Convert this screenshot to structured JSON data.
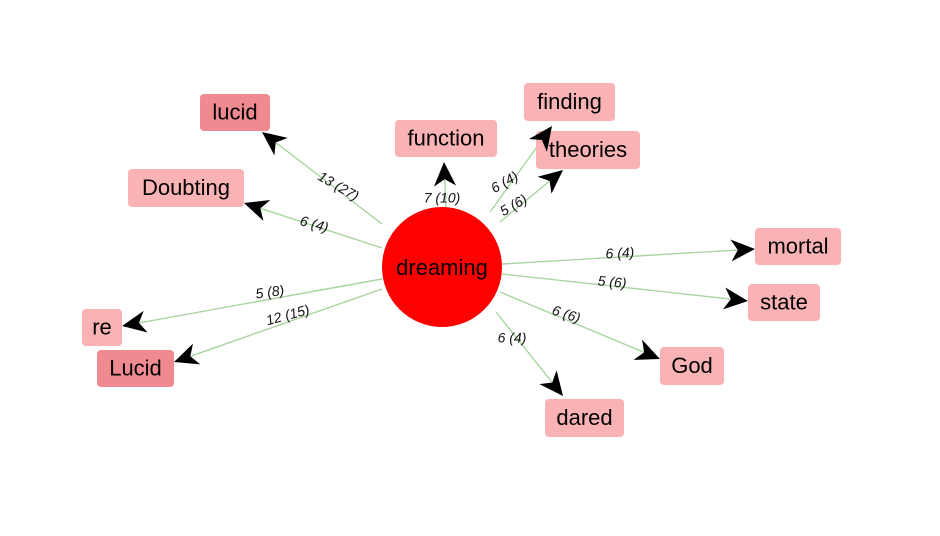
{
  "graph": {
    "center": {
      "label": "dreaming",
      "color": "#ff0000"
    },
    "colors": {
      "node_light": "#f9b3b5",
      "node_dark": "#f08a91",
      "edge": "#a8d5a0",
      "arrow": "#000000"
    },
    "nodes": [
      {
        "id": "lucid",
        "label": "lucid",
        "edge_label": "13 (27)",
        "shade": "dark"
      },
      {
        "id": "function",
        "label": "function",
        "edge_label": "7 (10)",
        "shade": "light"
      },
      {
        "id": "finding",
        "label": "finding",
        "edge_label": "6 (4)",
        "shade": "light"
      },
      {
        "id": "theories",
        "label": "theories",
        "edge_label": "5 (6)",
        "shade": "light"
      },
      {
        "id": "doubting",
        "label": "Doubting",
        "edge_label": "6 (4)",
        "shade": "light"
      },
      {
        "id": "mortal",
        "label": "mortal",
        "edge_label": "6 (4)",
        "shade": "light"
      },
      {
        "id": "state",
        "label": "state",
        "edge_label": "5 (6)",
        "shade": "light"
      },
      {
        "id": "re",
        "label": "re",
        "edge_label": "5 (8)",
        "shade": "light"
      },
      {
        "id": "lucid2",
        "label": "Lucid",
        "edge_label": "12 (15)",
        "shade": "dark"
      },
      {
        "id": "god",
        "label": "God",
        "edge_label": "6 (6)",
        "shade": "light"
      },
      {
        "id": "dared",
        "label": "dared",
        "edge_label": "6 (4)",
        "shade": "light"
      }
    ]
  }
}
